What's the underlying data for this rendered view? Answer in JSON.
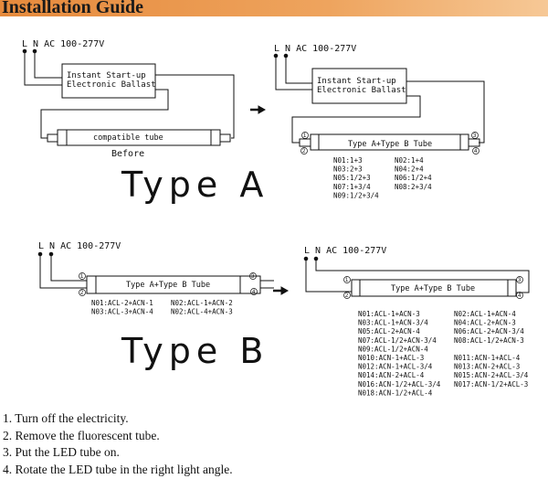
{
  "header": {
    "title": "Installation Guide"
  },
  "power_label": "L N  AC 100-277V",
  "ballast": {
    "line1": "Instant Start-up",
    "line2": "Electronic Ballast"
  },
  "type_a": {
    "before_tube": "compatible tube",
    "before_caption": "Before",
    "tube_label": "Type A+Type B Tube",
    "codes_col1": [
      "N01:1+3",
      "N03:2+3",
      "N05:1/2+3",
      "N07:1+3/4",
      "N09:1/2+3/4"
    ],
    "codes_col2": [
      "N02:1+4",
      "N04:2+4",
      "N06:1/2+4",
      "N08:2+3/4"
    ],
    "title": "Type A"
  },
  "type_b": {
    "tube_label": "Type A+Type B Tube",
    "left_codes_col1": [
      "N01:ACL-2+ACN-1",
      "N03:ACL-3+ACN-4"
    ],
    "left_codes_col2": [
      "N02:ACL-1+ACN-2",
      "N02:ACL-4+ACN-3"
    ],
    "right_codes_col1": [
      "N01:ACL-1+ACN-3",
      "N03:ACL-1+ACN-3/4",
      "N05:ACL-2+ACN-4",
      "N07:ACL-1/2+ACN-3/4",
      "N09:ACL-1/2+ACN-4",
      "N010:ACN-1+ACL-3",
      "N012:ACN-1+ACL-3/4",
      "N014:ACN-2+ACL-4",
      "N016:ACN-1/2+ACL-3/4",
      "N018:ACN-1/2+ACL-4"
    ],
    "right_codes_col2": [
      "N02:ACL-1+ACN-4",
      "N04:ACL-2+ACN-3",
      "N06:ACL-2+ACN-3/4",
      "N08:ACL-1/2+ACN-3",
      "",
      "N011:ACN-1+ACL-4",
      "N013:ACN-2+ACL-3",
      "N015:ACN-2+ACL-3/4",
      "N017:ACN-1/2+ACL-3",
      ""
    ],
    "title": "Type B"
  },
  "pins": {
    "p1": "1",
    "p2": "2",
    "p3": "3",
    "p4": "4"
  },
  "steps": [
    "1. Turn off the electricity.",
    "2. Remove the fluorescent tube.",
    "3. Put the LED tube on.",
    "4. Rotate the LED tube in the right light angle."
  ]
}
